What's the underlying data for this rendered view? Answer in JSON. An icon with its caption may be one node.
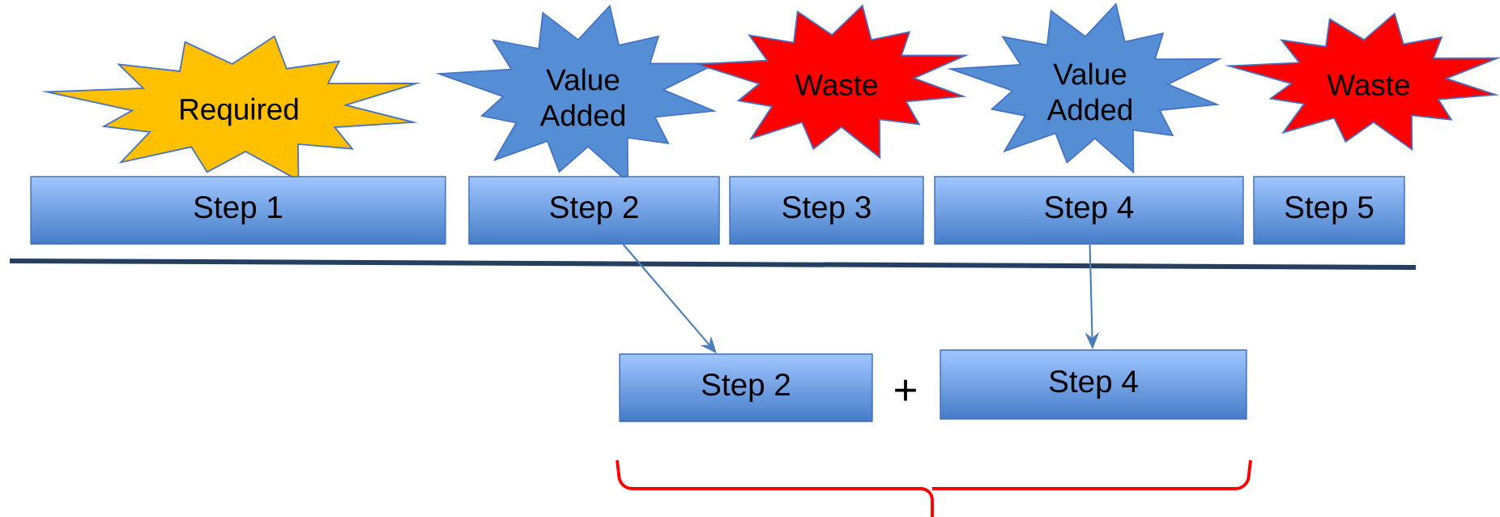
{
  "diagram": {
    "nodes": [
      {
        "text": [
          "Required"
        ]
      },
      {
        "text": [
          "Value Added"
        ]
      },
      {
        "text": [
          "Waste"
        ]
      },
      {
        "text": [
          "Value Added"
        ]
      },
      {
        "text": [
          "Waste"
        ]
      },
      {
        "text": [
          "Step 1"
        ]
      },
      {
        "text": [
          "Step 2"
        ]
      },
      {
        "text": [
          "Step 3"
        ]
      },
      {
        "text": [
          "Step 4"
        ]
      },
      {
        "text": [
          "Step 5"
        ]
      },
      {
        "text": [
          "Step 2"
        ]
      },
      {
        "text": [
          "Step 4"
        ]
      }
    ],
    "edges": [
      {
        "from": 6,
        "to": 10,
        "arrow": "to"
      },
      {
        "from": 8,
        "to": 11,
        "arrow": "to"
      }
    ],
    "labels": [
      "+"
    ]
  }
}
